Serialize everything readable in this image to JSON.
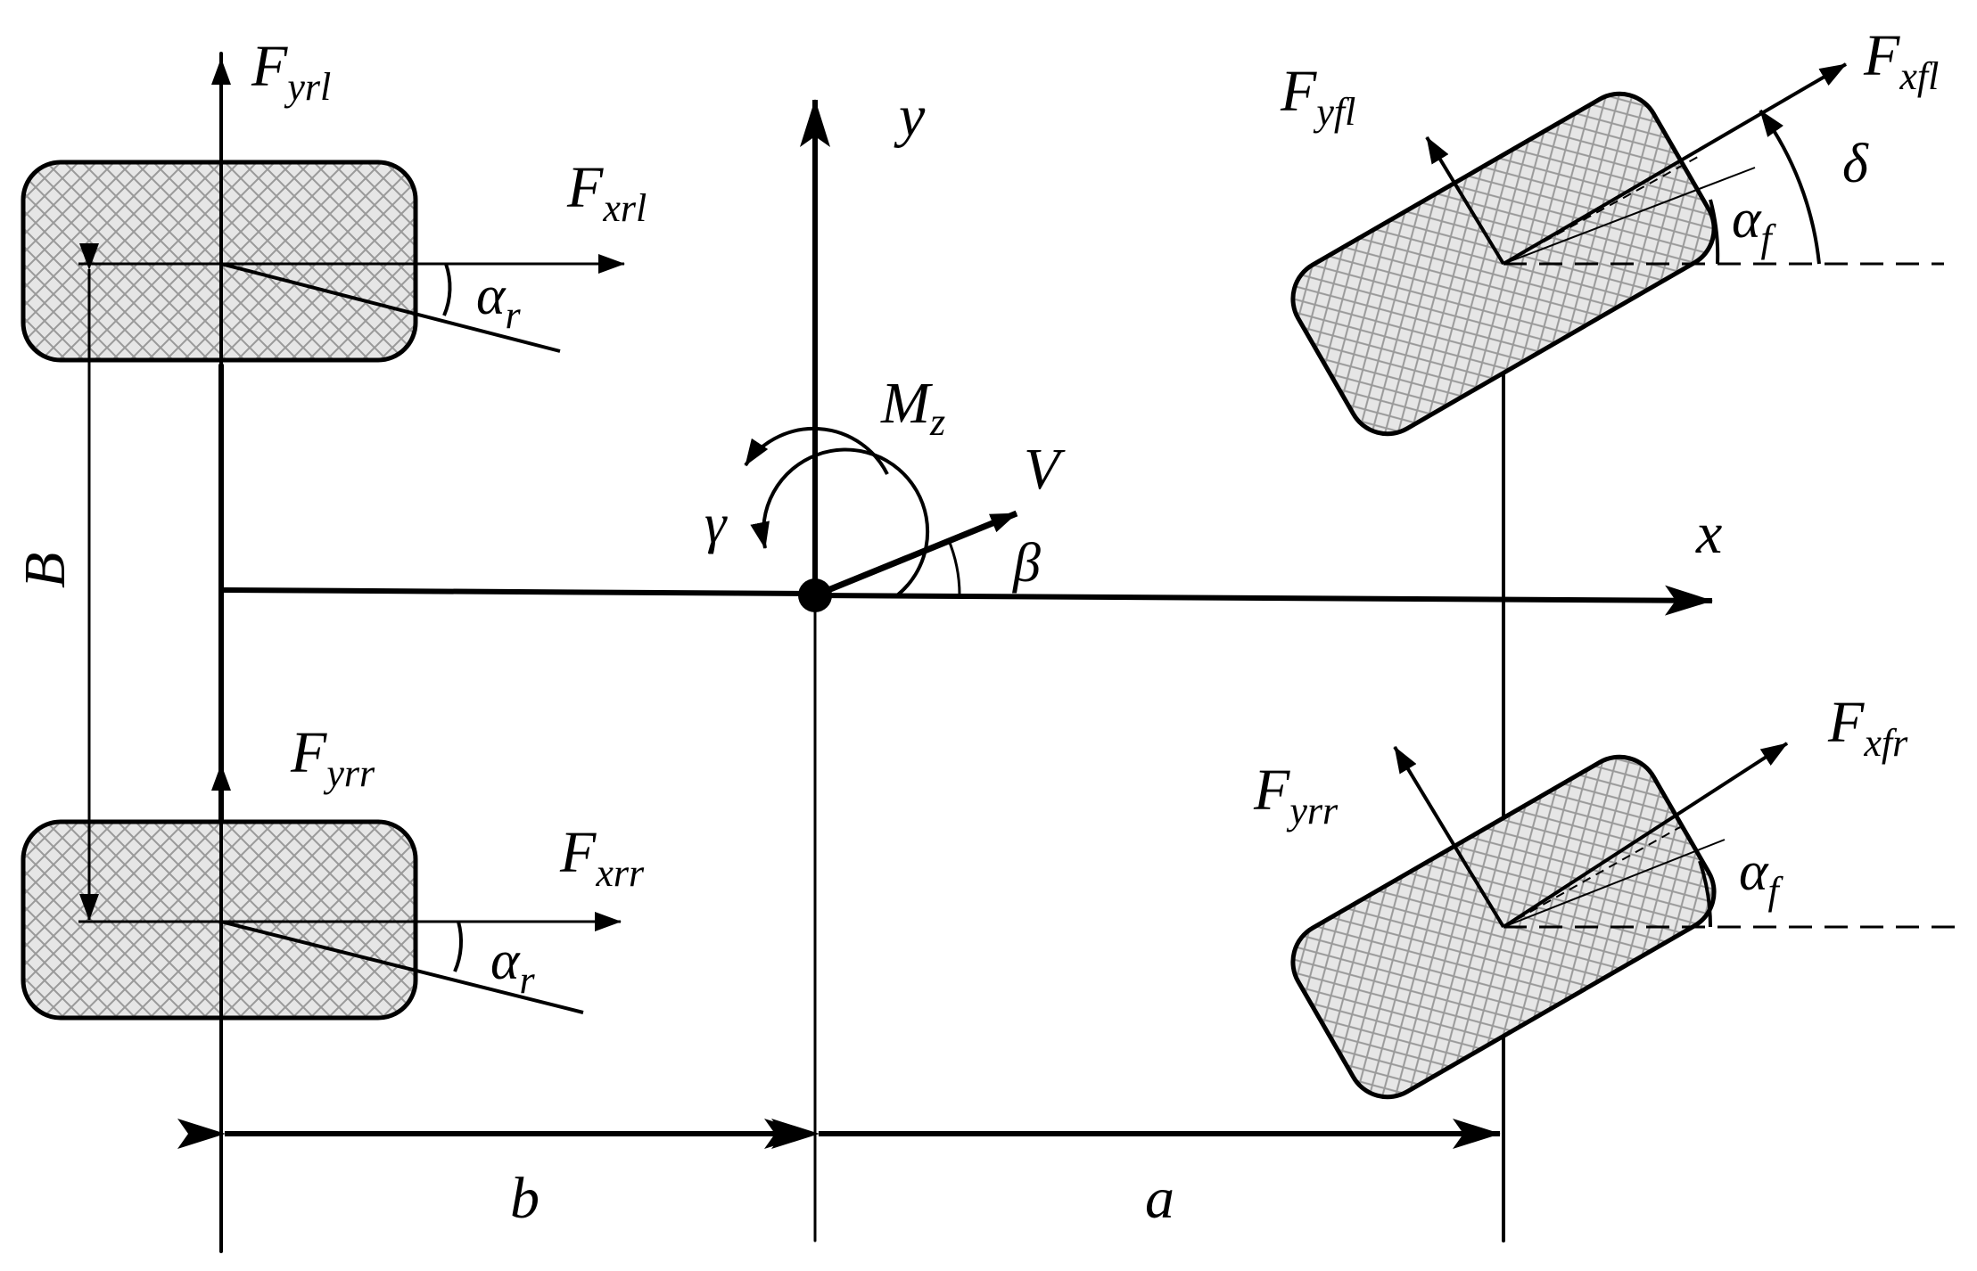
{
  "diagram": {
    "axes": {
      "x_label": "x",
      "y_label": "y"
    },
    "dimensions": {
      "track_width": "B",
      "rear_distance": "b",
      "front_distance": "a"
    },
    "center": {
      "yaw_moment": "M",
      "yaw_moment_sub": "z",
      "yaw_rate": "γ",
      "velocity": "V",
      "sideslip": "β"
    },
    "rear_left": {
      "F": "F",
      "fy_sub": "yrl",
      "fx_sub": "xrl",
      "alpha": "α",
      "alpha_sub": "r"
    },
    "rear_right": {
      "F": "F",
      "fy_sub": "yrr",
      "fx_sub": "xrr",
      "alpha": "α",
      "alpha_sub": "r"
    },
    "front_left": {
      "F": "F",
      "fy_sub": "yfl",
      "fx_sub": "xfl",
      "alpha": "α",
      "alpha_sub": "f",
      "steer": "δ"
    },
    "front_right": {
      "F": "F",
      "fy_sub": "yrr",
      "fx_sub": "xfr",
      "alpha": "α",
      "alpha_sub": "f"
    },
    "colors": {
      "line": "#000000",
      "tire_fill": "#e4e4e4",
      "tire_pattern": "#9a9a9a"
    }
  }
}
